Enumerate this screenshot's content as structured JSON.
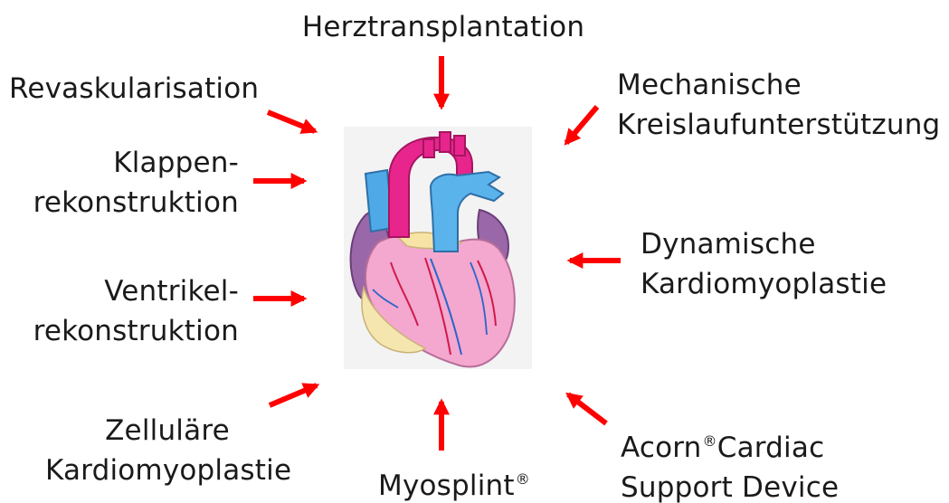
{
  "colors": {
    "arrow": "#ff0000",
    "text": "#1a1a1a"
  },
  "center_image": {
    "icon": "anatomical-heart-icon"
  },
  "labels": {
    "herztransplantation": "Herztransplantation",
    "revaskularisation": "Revaskularisation",
    "mechanische_line1": "Mechanische",
    "mechanische_line2": "Kreislaufunterstützung",
    "klappen_line1": "Klappen-",
    "klappen_line2": "rekonstruktion",
    "dynamische_line1": "Dynamische",
    "dynamische_line2": "Kardiomyoplastie",
    "ventrikel_line1": "Ventrikel-",
    "ventrikel_line2": "rekonstruktion",
    "zellulaere_line1": "Zelluläre",
    "zellulaere_line2": "Kardiomyoplastie",
    "myosplint": "Myosplint",
    "registered_mark": "®",
    "acorn_line1_a": "Acorn",
    "acorn_line1_b": "Cardiac",
    "acorn_line2": "Support Device"
  }
}
